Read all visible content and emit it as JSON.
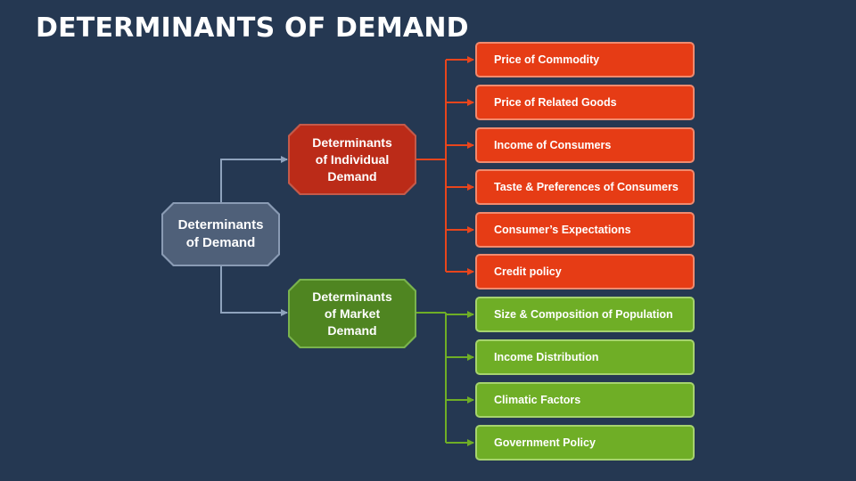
{
  "title": "DETERMINANTS OF DEMAND",
  "root": {
    "line1": "Determinants",
    "line2": "of Demand"
  },
  "individual": {
    "line1": "Determinants",
    "line2": "of Individual",
    "line3": "Demand"
  },
  "market": {
    "line1": "Determinants",
    "line2": "of Market",
    "line3": "Demand"
  },
  "individual_factors": [
    "Price of Commodity",
    "Price of Related Goods",
    "Income of Consumers",
    "Taste & Preferences of Consumers",
    "Consumer’s Expectations",
    "Credit policy"
  ],
  "market_factors": [
    "Size & Composition of Population",
    "Income Distribution",
    "Climatic Factors",
    "Government Policy"
  ],
  "colors": {
    "background": "#253852",
    "root": "#4f6079",
    "individual": "#bb2b18",
    "market": "#4f8521",
    "red_leaf": "#e63c15",
    "green_leaf": "#6fae26"
  }
}
